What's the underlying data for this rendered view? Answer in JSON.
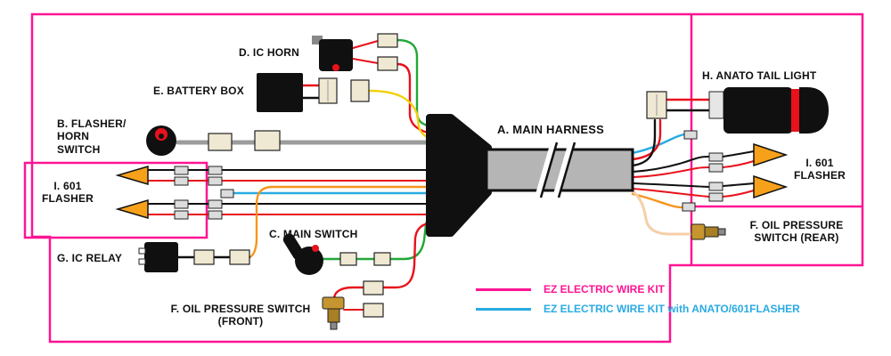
{
  "labels": {
    "main_harness": "A. MAIN HARNESS",
    "flasher_horn_switch": "B. FLASHER/\nHORN\nSWITCH",
    "main_switch": "C. MAIN SWITCH",
    "ic_horn": "D. IC HORN",
    "battery_box": "E. BATTERY BOX",
    "oil_pressure_front": "F. OIL PRESSURE SWITCH\n(FRONT)",
    "ic_relay": "G. IC RELAY",
    "anato_tail_light": "H. ANATO TAIL LIGHT",
    "flasher_601_left": "I. 601\nFLASHER",
    "flasher_601_right": "I. 601\nFLASHER",
    "oil_pressure_rear": "F. OIL PRESSURE\nSWITCH (REAR)"
  },
  "legend": {
    "items": [
      {
        "label": "EZ ELECTRIC WIRE KIT",
        "color": "#ff1493"
      },
      {
        "label": "EZ ELECTRIC WIRE KIT with ANATO/601FLASHER",
        "color": "#29abe2"
      }
    ]
  },
  "colors": {
    "pink": "#ff1493",
    "cyan": "#29abe2",
    "red": "#e8111c",
    "green": "#23a638",
    "yellow": "#f2d10e",
    "orange": "#f7941d",
    "gray": "#9c9c9c",
    "peach": "#f6cfa9",
    "beige": "#efe8d2",
    "lamp": "#f7a11a",
    "brass": "#c6952f",
    "harness": "#b5b5b5",
    "ink": "#101010"
  }
}
